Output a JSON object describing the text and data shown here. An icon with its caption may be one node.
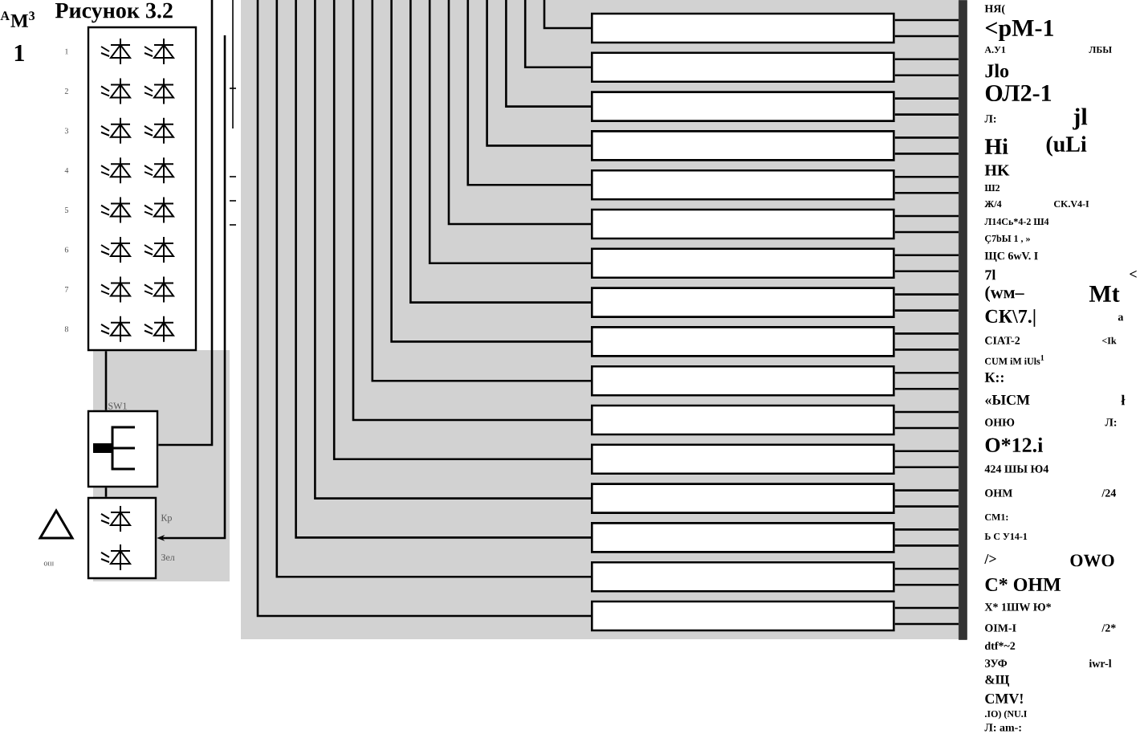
{
  "diagram": {
    "title": "Рисунок 3.2",
    "nodes": [
      {
        "text": [],
        "shape": "box"
      },
      {
        "text": [
          "SW1"
        ]
      },
      {
        "text": [],
        "shape": "box",
        "beside": [
          "Кр",
          "Зел"
        ]
      },
      {
        "text": [],
        "shape": "box"
      },
      {
        "text": [],
        "shape": "box"
      },
      {
        "text": [],
        "shape": "box"
      },
      {
        "text": [],
        "shape": "box"
      },
      {
        "text": [],
        "shape": "box"
      },
      {
        "text": [],
        "shape": "box"
      },
      {
        "text": [],
        "shape": "box"
      },
      {
        "text": [],
        "shape": "box"
      },
      {
        "text": [],
        "shape": "box"
      },
      {
        "text": [],
        "shape": "box"
      },
      {
        "text": [],
        "shape": "box"
      },
      {
        "text": [],
        "shape": "box"
      },
      {
        "text": [],
        "shape": "box"
      },
      {
        "text": [],
        "shape": "box"
      },
      {
        "text": [],
        "shape": "box"
      },
      {
        "text": [],
        "shape": "box"
      },
      {
        "text": [],
        "shape": "bar"
      }
    ],
    "edges": [
      {
        "from": 0,
        "to": 1,
        "arrow": "none"
      },
      {
        "from": 1,
        "to": 2,
        "arrow": "none"
      },
      {
        "from": 1,
        "to": null,
        "arrow": "none"
      },
      {
        "from": null,
        "to": 2,
        "arrow": "to"
      },
      {
        "from": null,
        "to": 3,
        "arrow": "none"
      },
      {
        "from": null,
        "to": 4,
        "arrow": "none"
      },
      {
        "from": null,
        "to": 5,
        "arrow": "none"
      },
      {
        "from": null,
        "to": 6,
        "arrow": "none"
      },
      {
        "from": null,
        "to": 7,
        "arrow": "none"
      },
      {
        "from": null,
        "to": 8,
        "arrow": "none"
      },
      {
        "from": null,
        "to": 9,
        "arrow": "none"
      },
      {
        "from": null,
        "to": 10,
        "arrow": "none"
      },
      {
        "from": null,
        "to": 11,
        "arrow": "none"
      },
      {
        "from": null,
        "to": 12,
        "arrow": "none"
      },
      {
        "from": null,
        "to": 13,
        "arrow": "none"
      },
      {
        "from": null,
        "to": 14,
        "arrow": "none"
      },
      {
        "from": null,
        "to": 15,
        "arrow": "none"
      },
      {
        "from": null,
        "to": 16,
        "arrow": "none"
      },
      {
        "from": null,
        "to": 17,
        "arrow": "none"
      },
      {
        "from": null,
        "to": 18,
        "arrow": "none"
      },
      {
        "from": 3,
        "to": 19,
        "arrow": "none"
      },
      {
        "from": 3,
        "to": 19,
        "arrow": "none"
      },
      {
        "from": 4,
        "to": 19,
        "arrow": "none"
      },
      {
        "from": 4,
        "to": 19,
        "arrow": "none"
      },
      {
        "from": 5,
        "to": 19,
        "arrow": "none"
      },
      {
        "from": 5,
        "to": 19,
        "arrow": "none"
      },
      {
        "from": 6,
        "to": 19,
        "arrow": "none"
      },
      {
        "from": 6,
        "to": 19,
        "arrow": "none"
      },
      {
        "from": 7,
        "to": 19,
        "arrow": "none"
      },
      {
        "from": 7,
        "to": 19,
        "arrow": "none"
      },
      {
        "from": 8,
        "to": 19,
        "arrow": "none"
      },
      {
        "from": 8,
        "to": 19,
        "arrow": "none"
      },
      {
        "from": 9,
        "to": 19,
        "arrow": "none"
      },
      {
        "from": 9,
        "to": 19,
        "arrow": "none"
      },
      {
        "from": 10,
        "to": 19,
        "arrow": "none"
      },
      {
        "from": 10,
        "to": 19,
        "arrow": "none"
      },
      {
        "from": 11,
        "to": 19,
        "arrow": "none"
      },
      {
        "from": 11,
        "to": 19,
        "arrow": "none"
      },
      {
        "from": 12,
        "to": 19,
        "arrow": "none"
      },
      {
        "from": 12,
        "to": 19,
        "arrow": "none"
      },
      {
        "from": 13,
        "to": 19,
        "arrow": "none"
      },
      {
        "from": 13,
        "to": 19,
        "arrow": "none"
      },
      {
        "from": 14,
        "to": 19,
        "arrow": "none"
      },
      {
        "from": 14,
        "to": 19,
        "arrow": "none"
      },
      {
        "from": 15,
        "to": 19,
        "arrow": "none"
      },
      {
        "from": 15,
        "to": 19,
        "arrow": "none"
      },
      {
        "from": 16,
        "to": 19,
        "arrow": "none"
      },
      {
        "from": 16,
        "to": 19,
        "arrow": "none"
      },
      {
        "from": 17,
        "to": 19,
        "arrow": "none"
      },
      {
        "from": 17,
        "to": 19,
        "arrow": "none"
      },
      {
        "from": 18,
        "to": 19,
        "arrow": "none"
      },
      {
        "from": 18,
        "to": 19,
        "arrow": "none"
      }
    ],
    "labels": [
      "$^{A}$M$^{3}$",
      "1",
      "1",
      "2",
      "3",
      "4",
      "5",
      "6",
      "7",
      "8",
      "ош",
      "НЯ(",
      "<рМ-1",
      "А.У1",
      "ЛБЫ",
      "Jlo",
      "ОЛ2-1",
      "Л:",
      "jl",
      "Hi",
      "(uLi",
      "HK",
      "Ш2",
      "Ж/4",
      "CK.V4-I",
      "Л14Сь*4-2 Ш4",
      "Ç7bЫ 1 , »",
      "ЩС 6wV. I",
      "7l",
      "<",
      "(wм–",
      "Mt",
      "СК\\7.|",
      "a",
      "CIAT-2",
      "<Ik",
      "CUM iM iUls$^{1}$",
      "К::",
      "«ЫСМ",
      "ł",
      "ОНЮ",
      "Л:",
      "О*12.i",
      "424 ШЫ Ю4",
      "ОНМ",
      "/24",
      "СМ1:",
      "Ь С У14-1",
      "/>",
      "OWO",
      "С* ОНМ",
      "Х* 1ШW Ю*",
      "OIM-I",
      "/2*",
      "dtf*~2",
      "ЗУФ",
      "iwr-l",
      "&Щ",
      "CMV!",
      ".IO) (NU.I",
      "Л: am-:"
    ]
  }
}
